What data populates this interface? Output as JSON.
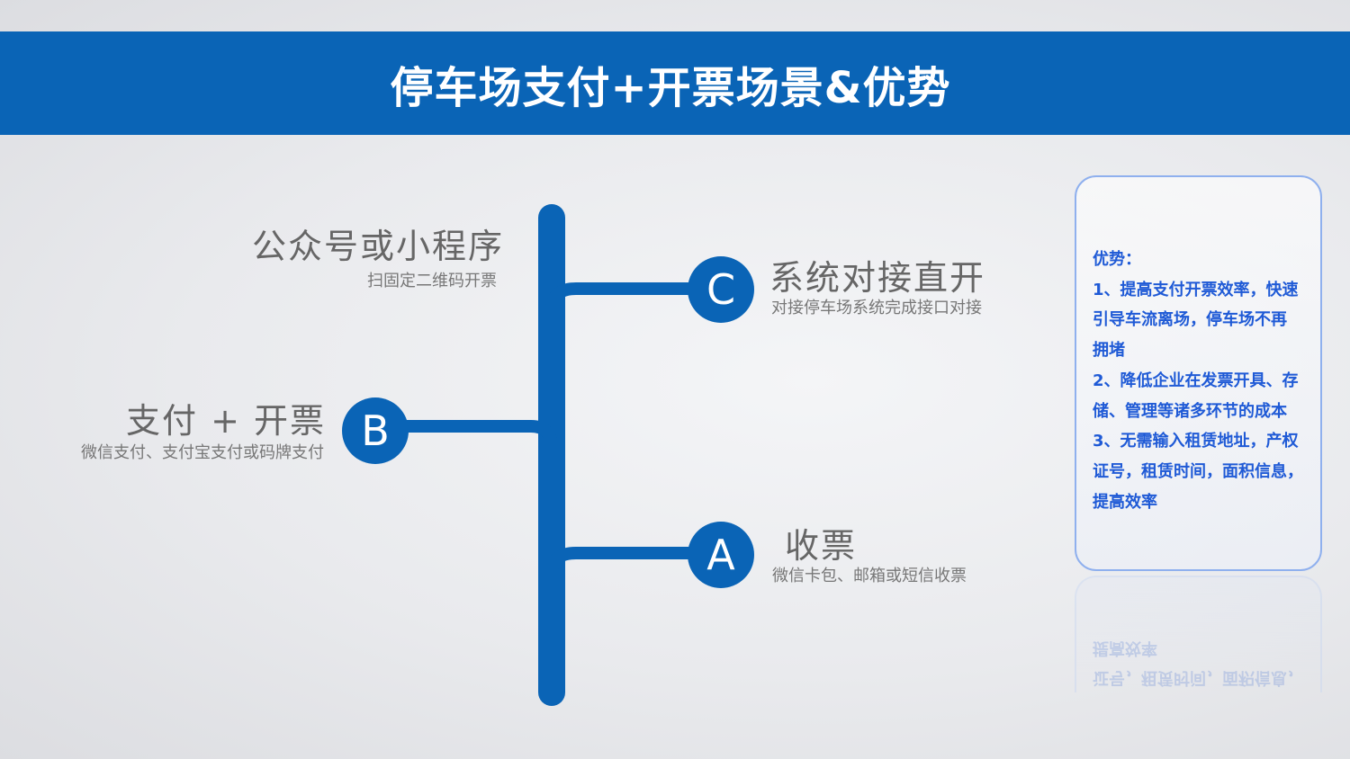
{
  "header": {
    "title": "停车场支付+开票场景&优势"
  },
  "colors": {
    "primary": "#0a64b6",
    "card_text": "#1f5ad6",
    "card_border": "#8fb0ee",
    "heading_gray": "#666666"
  },
  "nodes": {
    "top_left": {
      "title": "公众号或小程序",
      "subtitle": "扫固定二维码开票"
    },
    "c": {
      "letter": "C",
      "title": "系统对接直开",
      "subtitle": "对接停车场系统完成接口对接"
    },
    "b": {
      "letter": "B",
      "title": "支付 + 开票",
      "subtitle": "微信支付、支付宝支付或码牌支付"
    },
    "a": {
      "letter": "A",
      "title": "收票",
      "subtitle": "微信卡包、邮箱或短信收票"
    }
  },
  "advantages": {
    "lines": [
      "优势：",
      "1、提高支付开票效率，快速",
      "引导车流离场，停车场不再",
      "拥堵",
      "2、降低企业在发票开具、存",
      "储、管理等诸多环节的成本",
      "3、无需输入租赁地址，产权",
      "证号，租赁时间，面积信息，",
      "提高效率"
    ]
  }
}
